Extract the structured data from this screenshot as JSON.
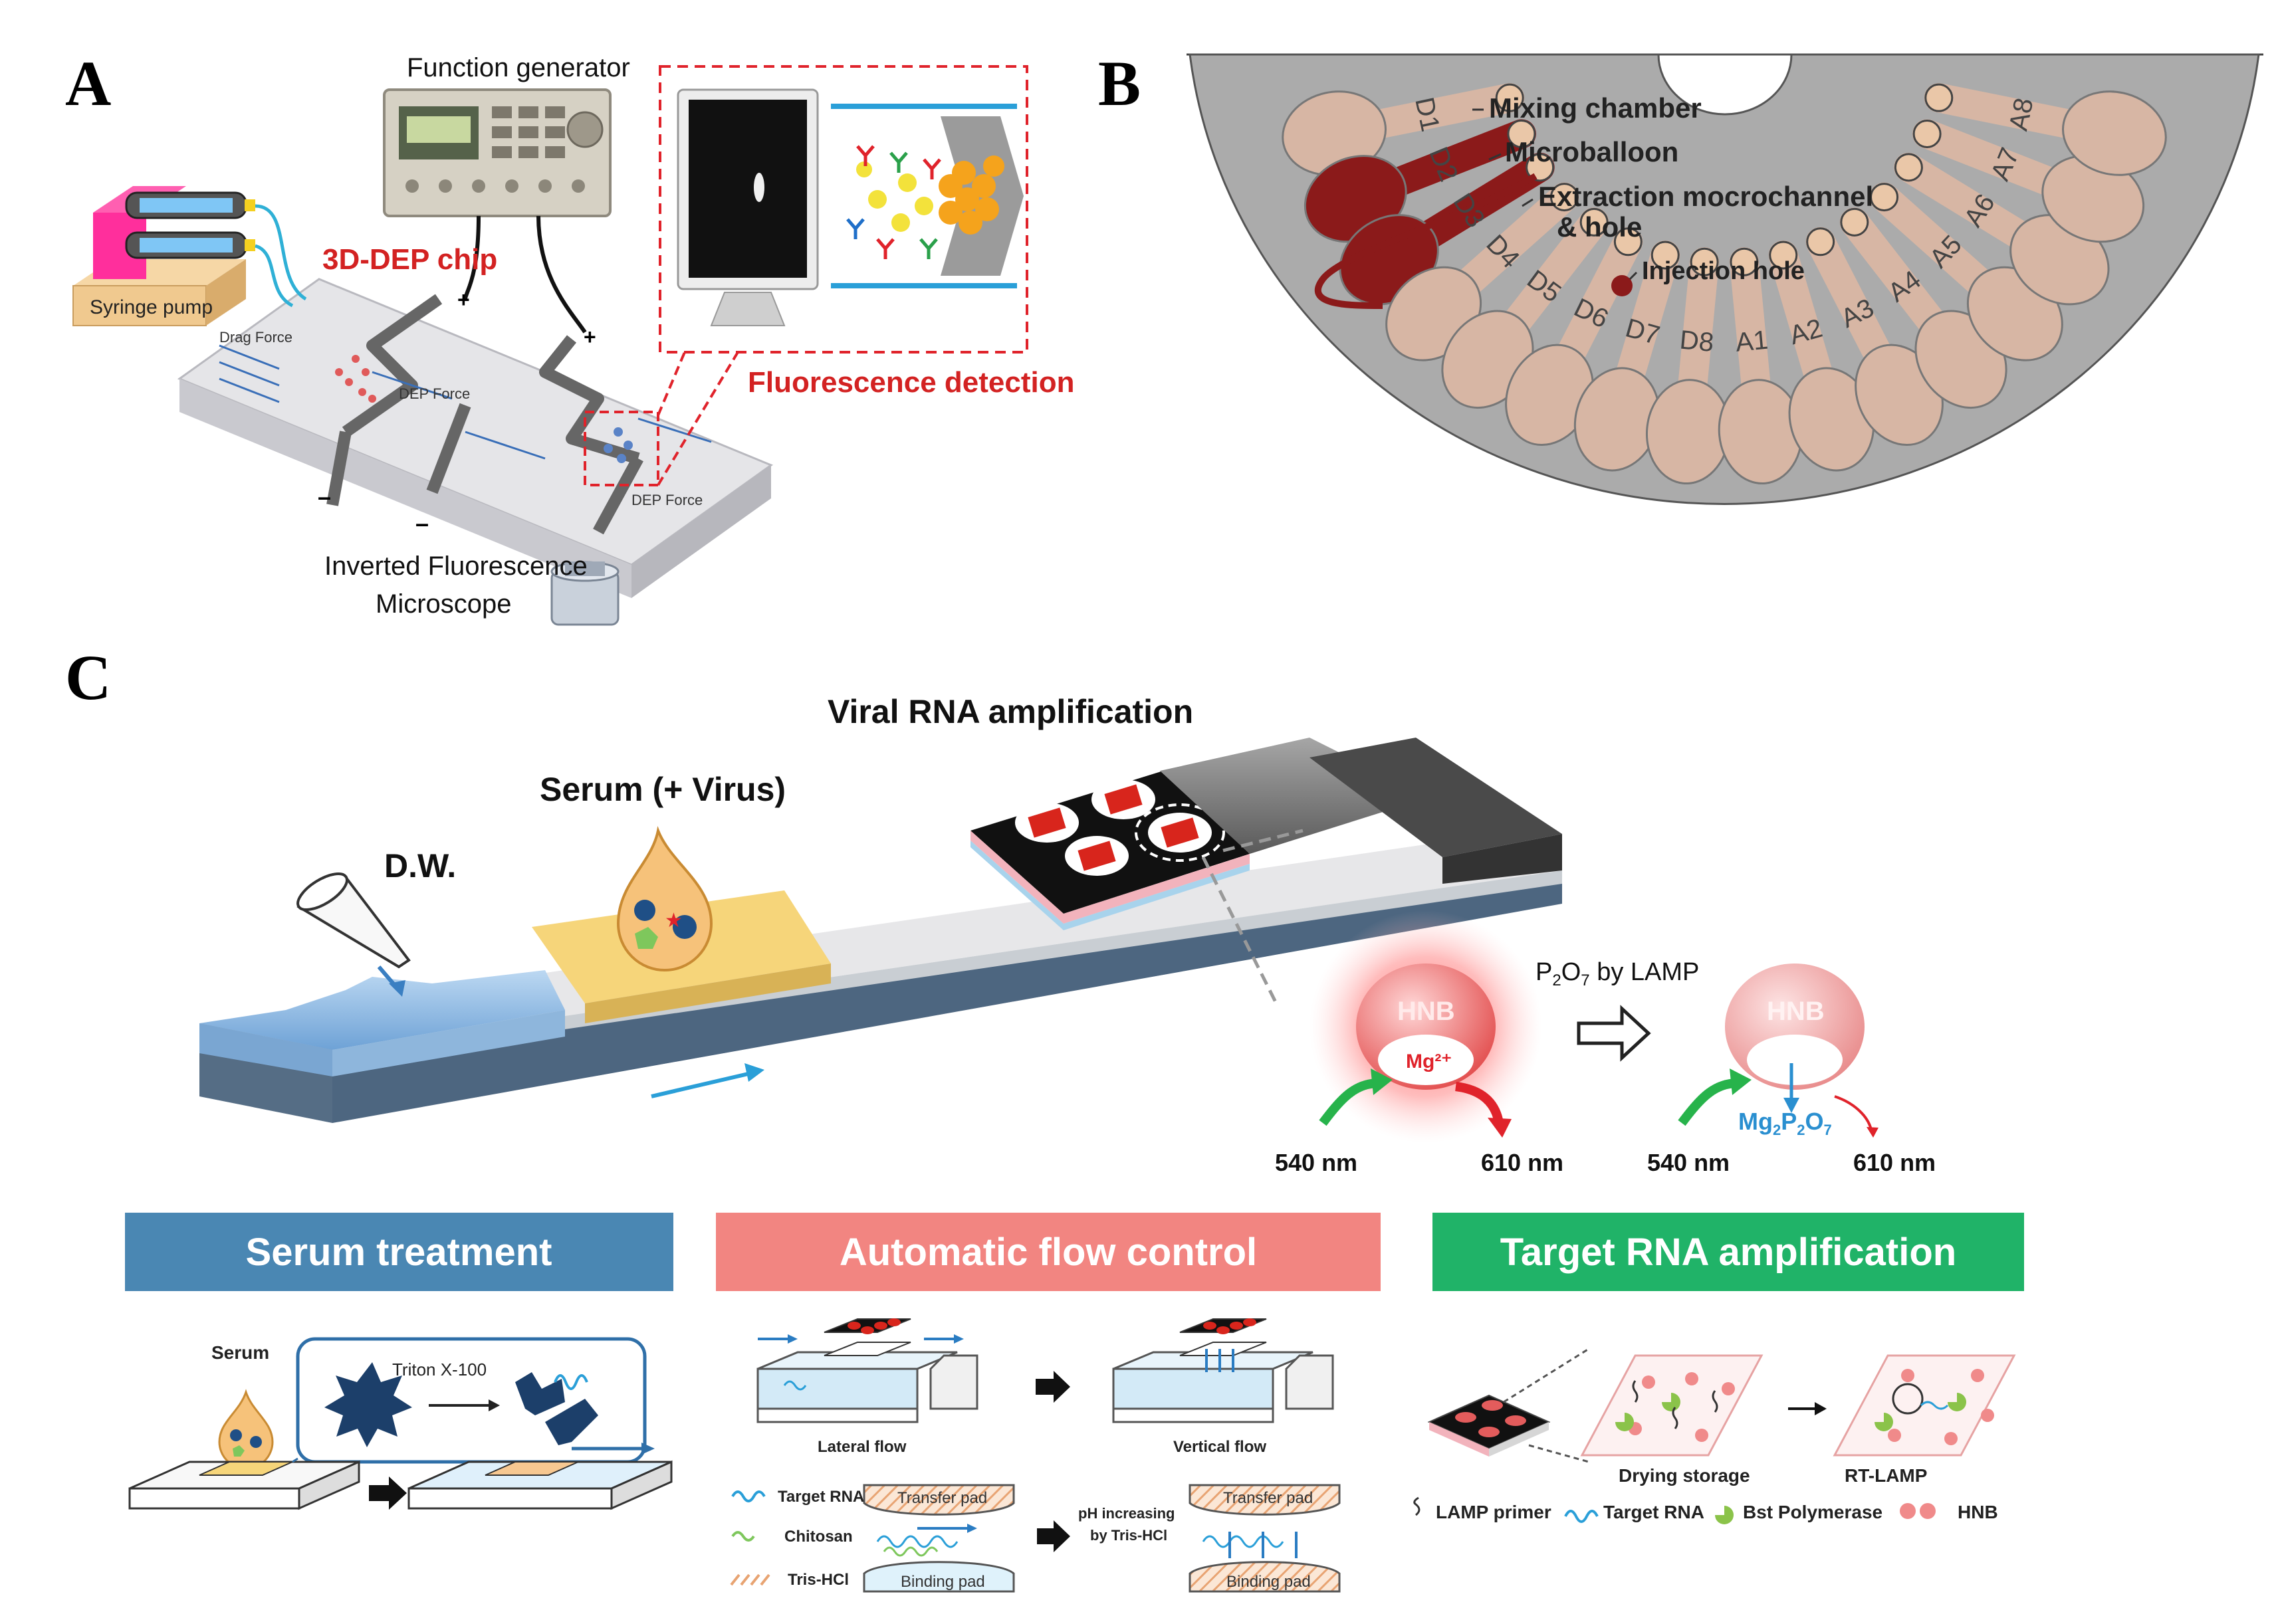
{
  "panelA": {
    "letter": "A",
    "function_generator": "Function generator",
    "chip": "3D-DEP chip",
    "syringe_pump": "Syringe pump",
    "drag_force": "Drag Force",
    "dep_force_1": "DEP Force",
    "dep_force_2": "DEP Force",
    "fluorescence_detection": "Fluorescence detection",
    "microscope_line1": "Inverted Fluorescence",
    "microscope_line2": "Microscope",
    "plus": "+",
    "minus": "–"
  },
  "panelB": {
    "letter": "B",
    "mixing_chamber": "Mixing chamber",
    "microballoon": "Microballoon",
    "extraction_line1": "Extraction mocrochannel",
    "extraction_line2": "& hole",
    "injection_hole": "Injection hole",
    "chamber_labels": [
      "D1",
      "D2",
      "D3",
      "D4",
      "D5",
      "D6",
      "D7",
      "D8",
      "A1",
      "A2",
      "A3",
      "A4",
      "A5",
      "A6",
      "A7",
      "A8"
    ]
  },
  "panelC": {
    "letter": "C",
    "viral_rna": "Viral RNA amplification",
    "serum_virus": "Serum (+ Virus)",
    "dw": "D.W.",
    "hnb": "HNB",
    "mg": "Mg²⁺",
    "p2o7_prefix": "P",
    "p2o7_sub1": "2",
    "p2o7_mid": "O",
    "p2o7_sub2": "7",
    "p2o7_suffix": " by LAMP",
    "mg2p2o7_a": "Mg",
    "mg2p2o7_s1": "2",
    "mg2p2o7_b": "P",
    "mg2p2o7_s2": "2",
    "mg2p2o7_c": "O",
    "mg2p2o7_s3": "7",
    "nm540_1": "540 nm",
    "nm610_1": "610 nm",
    "nm540_2": "540 nm",
    "nm610_2": "610 nm",
    "box_serum": "Serum treatment",
    "box_flow": "Automatic flow control",
    "box_target": "Target RNA amplification",
    "serum": "Serum",
    "triton": "Triton X-100",
    "lateral_flow": "Lateral flow",
    "vertical_flow": "Vertical flow",
    "target_rna": "Target RNA",
    "chitosan": "Chitosan",
    "tris": "Tris-HCl",
    "transfer_pad_1": "Transfer pad",
    "binding_pad_1": "Binding pad",
    "transfer_pad_2": "Transfer pad",
    "binding_pad_2": "Binding pad",
    "ph_line1": "pH increasing",
    "ph_line2": "by Tris-HCl",
    "drying_storage": "Drying storage",
    "rt_lamp": "RT-LAMP",
    "legend_lamp": "LAMP primer",
    "legend_target": "Target RNA",
    "legend_bst": "Bst Polymerase",
    "legend_hnb": "HNB"
  },
  "colors": {
    "serum_box": "#4a87b3",
    "flow_box": "#f28581",
    "target_box": "#20b368",
    "chip_red": "#d8251c",
    "disc_gray": "#ababab",
    "chamber": "#d7b6a4",
    "dark_red": "#8b1a1a"
  }
}
